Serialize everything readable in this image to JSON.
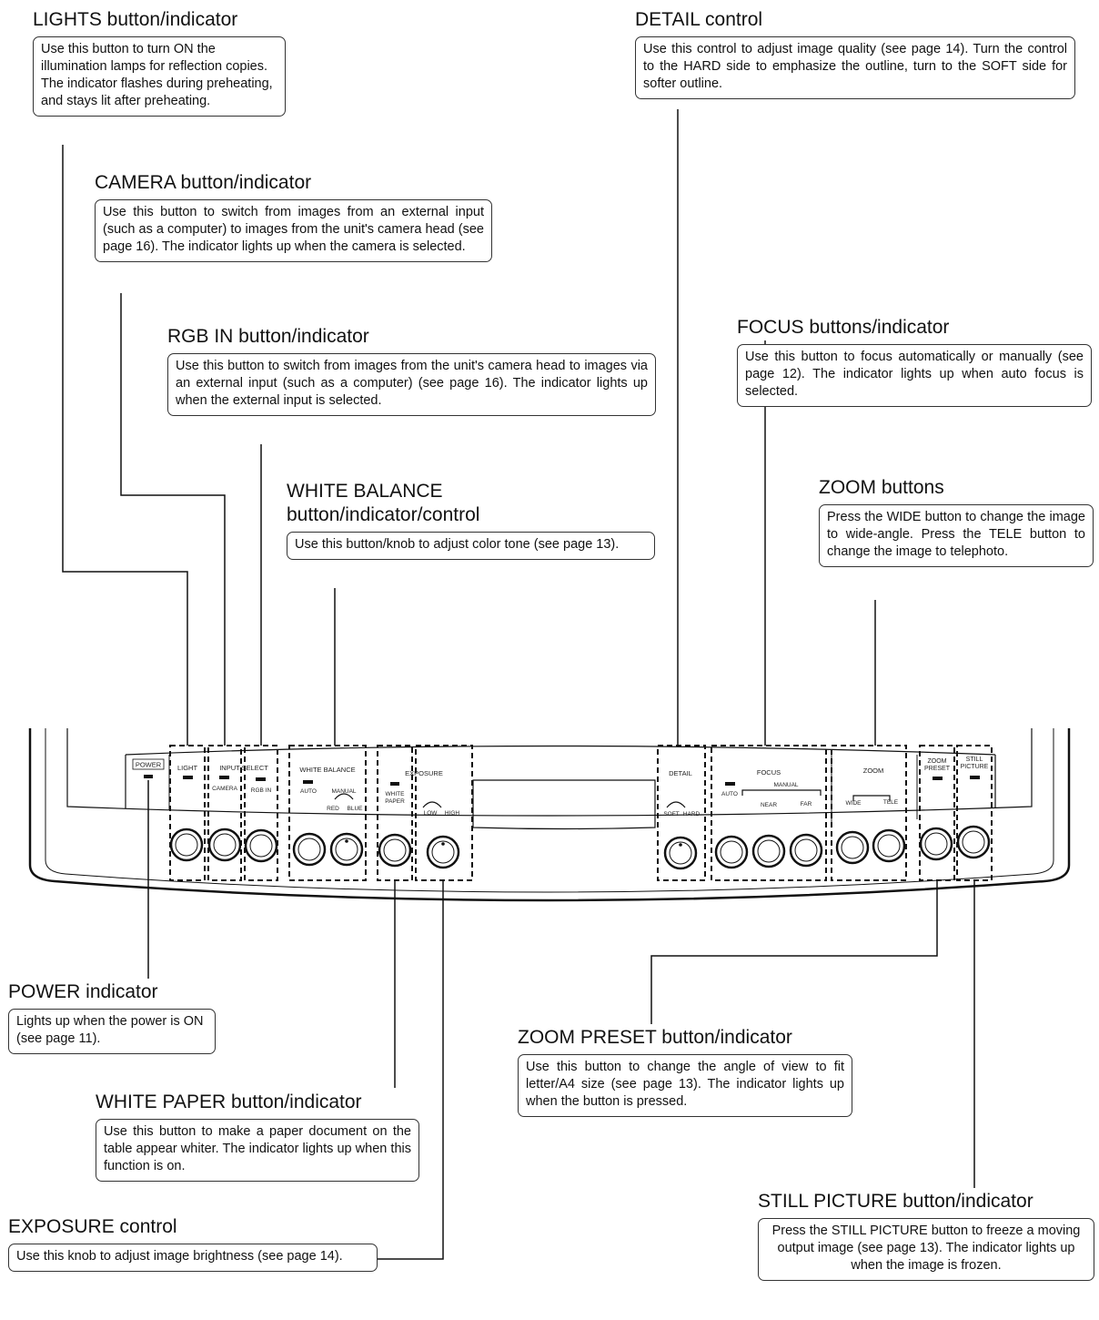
{
  "callouts": {
    "lights": {
      "title": "LIGHTS button/indicator",
      "text": "Use this button to turn ON the illumination lamps for reflection copies. The indicator flashes during preheating, and stays lit after preheating."
    },
    "camera": {
      "title": "CAMERA button/indicator",
      "text": "Use this button to switch from images from an external input (such as a computer) to images from the unit's camera head (see page 16). The indicator lights up when the camera is selected."
    },
    "rgb_in": {
      "title": "RGB IN button/indicator",
      "text": "Use this button to switch from images from the unit's camera head to images via an external input (such as a computer) (see page 16). The indicator lights up when the external input is selected."
    },
    "white_balance": {
      "title_line1": "WHITE BALANCE",
      "title_line2": "button/indicator/control",
      "text": "Use this button/knob to adjust color tone (see page 13)."
    },
    "detail": {
      "title": "DETAIL control",
      "text": "Use this control to adjust image quality (see page 14). Turn the control to the HARD side to emphasize the outline, turn to the SOFT side for softer outline."
    },
    "focus": {
      "title": "FOCUS buttons/indicator",
      "text": "Use this button to focus automatically or manually (see page 12). The indicator lights up when auto focus is selected."
    },
    "zoom": {
      "title": "ZOOM buttons",
      "text": "Press the WIDE button to change the image to wide-angle. Press the TELE button to change the image to telephoto."
    },
    "power": {
      "title": "POWER indicator",
      "text": "Lights up when the power is ON (see page 11)."
    },
    "white_paper": {
      "title": "WHITE PAPER button/indicator",
      "text": "Use this button to make a paper document on the table appear whiter. The indicator lights up when this function is on."
    },
    "exposure": {
      "title": "EXPOSURE control",
      "text": "Use this knob to adjust image brightness (see page 14)."
    },
    "zoom_preset": {
      "title": "ZOOM PRESET button/indicator",
      "text": "Use this button to change the angle of view to fit letter/A4 size (see page 13). The indicator lights up when the button is pressed."
    },
    "still_picture": {
      "title": "STILL PICTURE button/indicator",
      "text": "Press the STILL PICTURE button to freeze a moving output image (see page 13). The indicator lights up when the image is frozen."
    }
  },
  "panel": {
    "power": "POWER",
    "light": "LIGHT",
    "input_select": "INPUT SELECT",
    "camera": "CAMERA",
    "rgb_in": "RGB IN",
    "white_balance": "WHITE BALANCE",
    "auto": "AUTO",
    "manual": "MANUAL",
    "red": "RED",
    "blue": "BLUE",
    "exposure": "EXPOSURE",
    "white": "WHITE",
    "paper": "PAPER",
    "low": "LOW",
    "high": "HIGH",
    "detail": "DETAIL",
    "soft": "SOFT",
    "hard": "HARD",
    "focus": "FOCUS",
    "focus_auto": "AUTO",
    "focus_manual": "MANUAL",
    "near": "NEAR",
    "far": "FAR",
    "zoom": "ZOOM",
    "wide": "WIDE",
    "tele": "TELE",
    "zoom_preset_1": "ZOOM",
    "zoom_preset_2": "PRESET",
    "still_1": "STILL",
    "still_2": "PICTURE"
  }
}
